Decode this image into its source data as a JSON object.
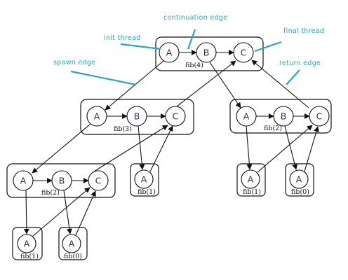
{
  "colors": {
    "annotation": "#2aa6bf",
    "node_text": "#2c2c6e",
    "line": "#111111"
  },
  "annotations": {
    "continuation_edge": "continuation edge",
    "init_thread": "init thread",
    "final_thread": "final thread",
    "spawn_edge": "spawn edge",
    "return_edge": "return edge"
  },
  "frames": [
    {
      "id": "f4",
      "label": "fib(4)",
      "threads": [
        "A",
        "B",
        "C"
      ]
    },
    {
      "id": "f3",
      "label": "fib(3)",
      "threads": [
        "A",
        "B",
        "C"
      ]
    },
    {
      "id": "f2r",
      "label": "fib(2)",
      "threads": [
        "A",
        "B",
        "C"
      ]
    },
    {
      "id": "f2l",
      "label": "fib(2)",
      "threads": [
        "A",
        "B",
        "C"
      ]
    },
    {
      "id": "f1a",
      "label": "fib(1)",
      "threads": [
        "A"
      ]
    },
    {
      "id": "f1b",
      "label": "fib(1)",
      "threads": [
        "A"
      ]
    },
    {
      "id": "f0a",
      "label": "fib(0)",
      "threads": [
        "A"
      ]
    },
    {
      "id": "f1c",
      "label": "fib(1)",
      "threads": [
        "A"
      ]
    },
    {
      "id": "f0b",
      "label": "fib(0)",
      "threads": [
        "A"
      ]
    }
  ]
}
